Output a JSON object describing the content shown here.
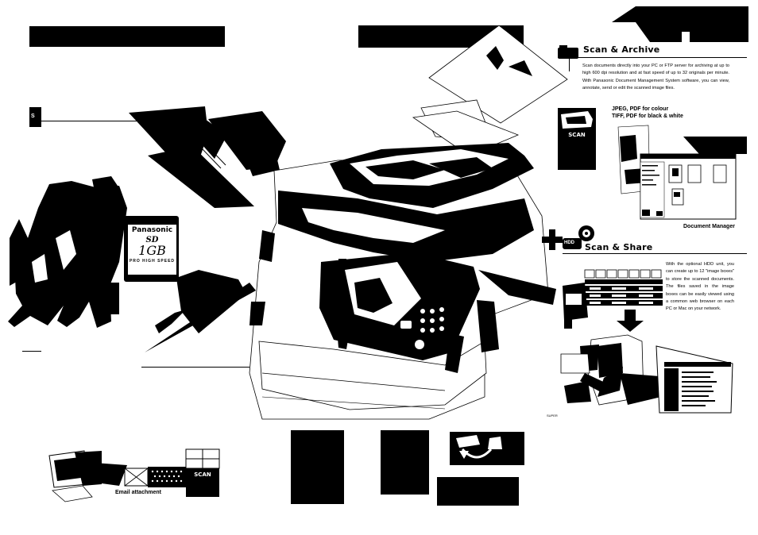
{
  "scan_archive": {
    "title": "Scan & Archive",
    "body": "Scan documents directly into your PC or FTP server for archiving at up to high 600 dpi resolution and at fast speed of up to 32 originals per minute. With Panasonic Document Management System software, you can view, annotate, send or edit the scanned image files.",
    "formats_line1": "JPEG, PDF for colour",
    "formats_line2": "TIFF, PDF for black & white",
    "scan_label": "SCAN",
    "caption": "Document Manager"
  },
  "scan_share": {
    "plus": "+",
    "badge": "HDD",
    "title": "Scan & Share",
    "body": "With the optional HDD unit, you can create up to 12 \"image boxes\" to store the scanned documents. The files saved in the image boxes can be easily viewed using a common web browser on each PC or Mac on your network.",
    "footer_mark": "SUPER"
  },
  "sd_card": {
    "brand": "Panasonic",
    "logo": "SD",
    "capacity": "1GB",
    "speed": "PRO HIGH SPEED"
  },
  "email": {
    "caption": "Email attachment",
    "scan_label": "SCAN"
  },
  "left_section": {
    "tab_letter": "S"
  },
  "colors": {
    "ink": "#000000",
    "paper": "#ffffff"
  }
}
